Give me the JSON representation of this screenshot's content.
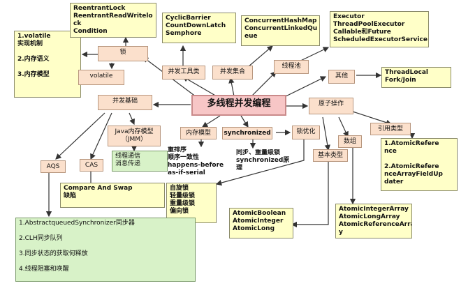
{
  "center": "多线程并发编程",
  "nodes": {
    "lock": "锁",
    "volatile": "volatile",
    "tool_classes": "并发工具类",
    "collections": "并发集合",
    "thread_pool": "线程池",
    "other": "其他",
    "basics": "并发基础",
    "atomic_ops": "原子操作",
    "jmm": "Java内存模型\n（JMM）",
    "memory_model": "内存模型",
    "synchronized": "synchronized",
    "lock_optimization": "锁优化",
    "aqs": "AQS",
    "cas": "CAS",
    "basic_types": "基本类型",
    "arrays": "数组",
    "reference_types": "引用类型"
  },
  "leaves": {
    "volatile_notes": "1.volatile\n实现机制\n\n2.内存语义\n\n3.内存模型",
    "lock_classes": "ReentrantLock\nReentrantReadWritelo\nck\nCondition",
    "tool_class_list": "CyclicBarrier\nCountDownLatch\nSemphore",
    "collection_list": "ConcurrentHashMap\nConcurrentLinkedQu\neue",
    "executor_list": "Executor\nThreadPoolExecutor\nCallable和Future\nScheduledExecutorService",
    "other_list": "ThreadLocal\nFork/Join",
    "thread_comm": "线程通信\n消息传递",
    "reorder": "重排序\n顺序一致性\nhappens-before\nas-if-serial",
    "sync_details": "同步、重量级锁\nsynchronized原\n理",
    "lock_kinds": "自旋锁\n轻量级锁\n重量级锁\n偏向锁",
    "cas_notes": "Compare And Swap\n缺陷",
    "aqs_notes": "1.AbstractqueuedSynchronizer同步器\n\n2.CLH同步队列\n\n3.同步状态的获取何释放\n\n4.线程阻塞和唤醒",
    "atomic_basic": "AtomicBoolean\nAtomicInteger\nAtomicLong",
    "atomic_array": "AtomicIntegerArray\nAtomicLongArray\nAtomicReferenceArra\ny",
    "atomic_ref": "1.AtomicRefere\nnce\n\n2.AtomicRefere\nnceArrayFieldUp\ndater"
  },
  "colors": {
    "leaf_fill": "#ffffc8",
    "node_fill": "#fbe0cc",
    "center_fill": "#f7c6c6",
    "detail_fill": "#d8f2c8",
    "arrow": "#333333"
  }
}
